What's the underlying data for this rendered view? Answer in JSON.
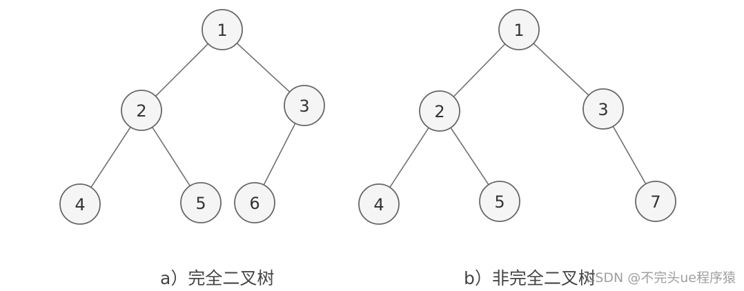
{
  "diagram_a": {
    "caption": "a）完全二叉树",
    "nodes": {
      "n1": "1",
      "n2": "2",
      "n3": "3",
      "n4": "4",
      "n5": "5",
      "n6": "6"
    }
  },
  "diagram_b": {
    "caption": "b）非完全二叉树",
    "nodes": {
      "n1": "1",
      "n2": "2",
      "n3": "3",
      "n4": "4",
      "n5": "5",
      "n7": "7"
    }
  },
  "watermark": {
    "text": "CSDN @不完头ue程序猿"
  }
}
